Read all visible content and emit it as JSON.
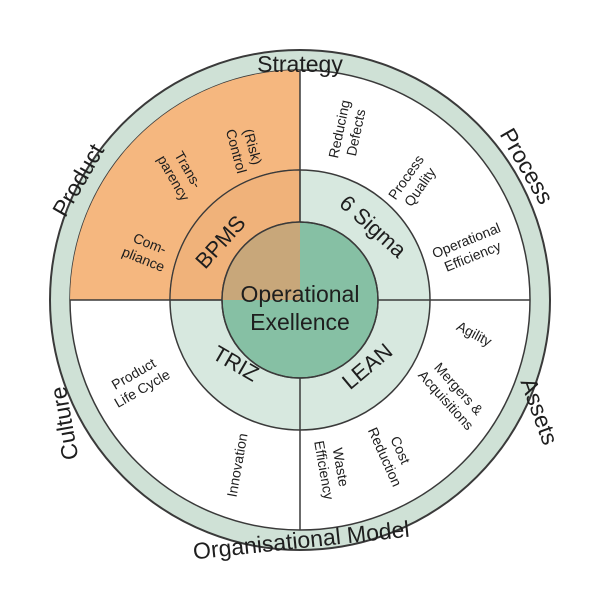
{
  "colors": {
    "outer_ring": "#cfe1d6",
    "middle_ring": "#d7e8df",
    "center": "#86c0a4",
    "highlight": "#f5b77f",
    "highlight_center": "#c8a77a",
    "line": "#3a3a3a",
    "white": "#ffffff"
  },
  "outer_ring": {
    "top": "Strategy",
    "top_left": "Product",
    "top_right": "Process",
    "bottom_left": "Culture",
    "bottom_right": "Assets",
    "bottom": "Organisational Model"
  },
  "hub": {
    "top_left": "BPMS",
    "top_right": "6 Sigma",
    "bottom_left": "TRIZ",
    "bottom_right": "LEAN"
  },
  "center": {
    "line1": "Operational",
    "line2": "Exellence"
  },
  "segments": {
    "top_left": [
      [
        "(Risk)",
        "Control"
      ],
      [
        "Trans-",
        "parency"
      ],
      [
        "Com-",
        "pliance"
      ]
    ],
    "top_right": [
      [
        "Reducing",
        "Defects"
      ],
      [
        "Process",
        "Quality"
      ],
      [
        "Operational",
        "Efficiency"
      ]
    ],
    "bottom_left": [
      [
        "Product",
        "Life Cycle"
      ],
      [
        "Innovation"
      ]
    ],
    "bottom_right": [
      [
        "Agility"
      ],
      [
        "Mergers &",
        "Acquisitions"
      ],
      [
        "Cost",
        "Reduction"
      ],
      [
        "Waste",
        "Efficiency"
      ]
    ]
  }
}
